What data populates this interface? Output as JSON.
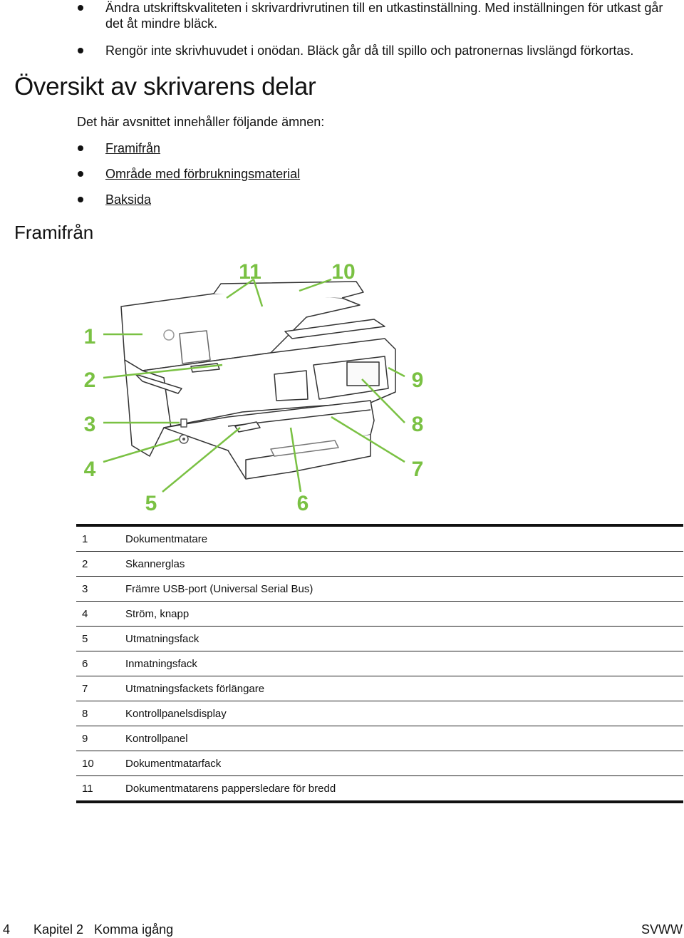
{
  "top_bullets": [
    "Ändra utskriftskvaliteten i skrivardrivrutinen till en utkastinställning. Med inställningen för utkast går det åt mindre bläck.",
    "Rengör inte skrivhuvudet i onödan. Bläck går då till spillo och patronernas livslängd förkortas."
  ],
  "section_title": "Översikt av skrivarens delar",
  "intro": "Det här avsnittet innehåller följande ämnen:",
  "topic_links": [
    "Framifrån",
    "Område med förbrukningsmaterial",
    "Baksida"
  ],
  "subsection_title": "Framifrån",
  "callouts": [
    "1",
    "2",
    "3",
    "4",
    "5",
    "6",
    "7",
    "8",
    "9",
    "10",
    "11"
  ],
  "parts": [
    {
      "num": "1",
      "name": "Dokumentmatare"
    },
    {
      "num": "2",
      "name": "Skannerglas"
    },
    {
      "num": "3",
      "name": "Främre USB-port (Universal Serial Bus)"
    },
    {
      "num": "4",
      "name": "Ström, knapp"
    },
    {
      "num": "5",
      "name": "Utmatningsfack"
    },
    {
      "num": "6",
      "name": "Inmatningsfack"
    },
    {
      "num": "7",
      "name": "Utmatningsfackets förlängare"
    },
    {
      "num": "8",
      "name": "Kontrollpanelsdisplay"
    },
    {
      "num": "9",
      "name": "Kontrollpanel"
    },
    {
      "num": "10",
      "name": "Dokumentmatarfack"
    },
    {
      "num": "11",
      "name": "Dokumentmatarens pappersledare för bredd"
    }
  ],
  "footer": {
    "page": "4",
    "chapter": "Kapitel 2   Komma igång",
    "code": "SVWW"
  },
  "colors": {
    "callout_green": "#7ac143",
    "text": "#111111"
  }
}
